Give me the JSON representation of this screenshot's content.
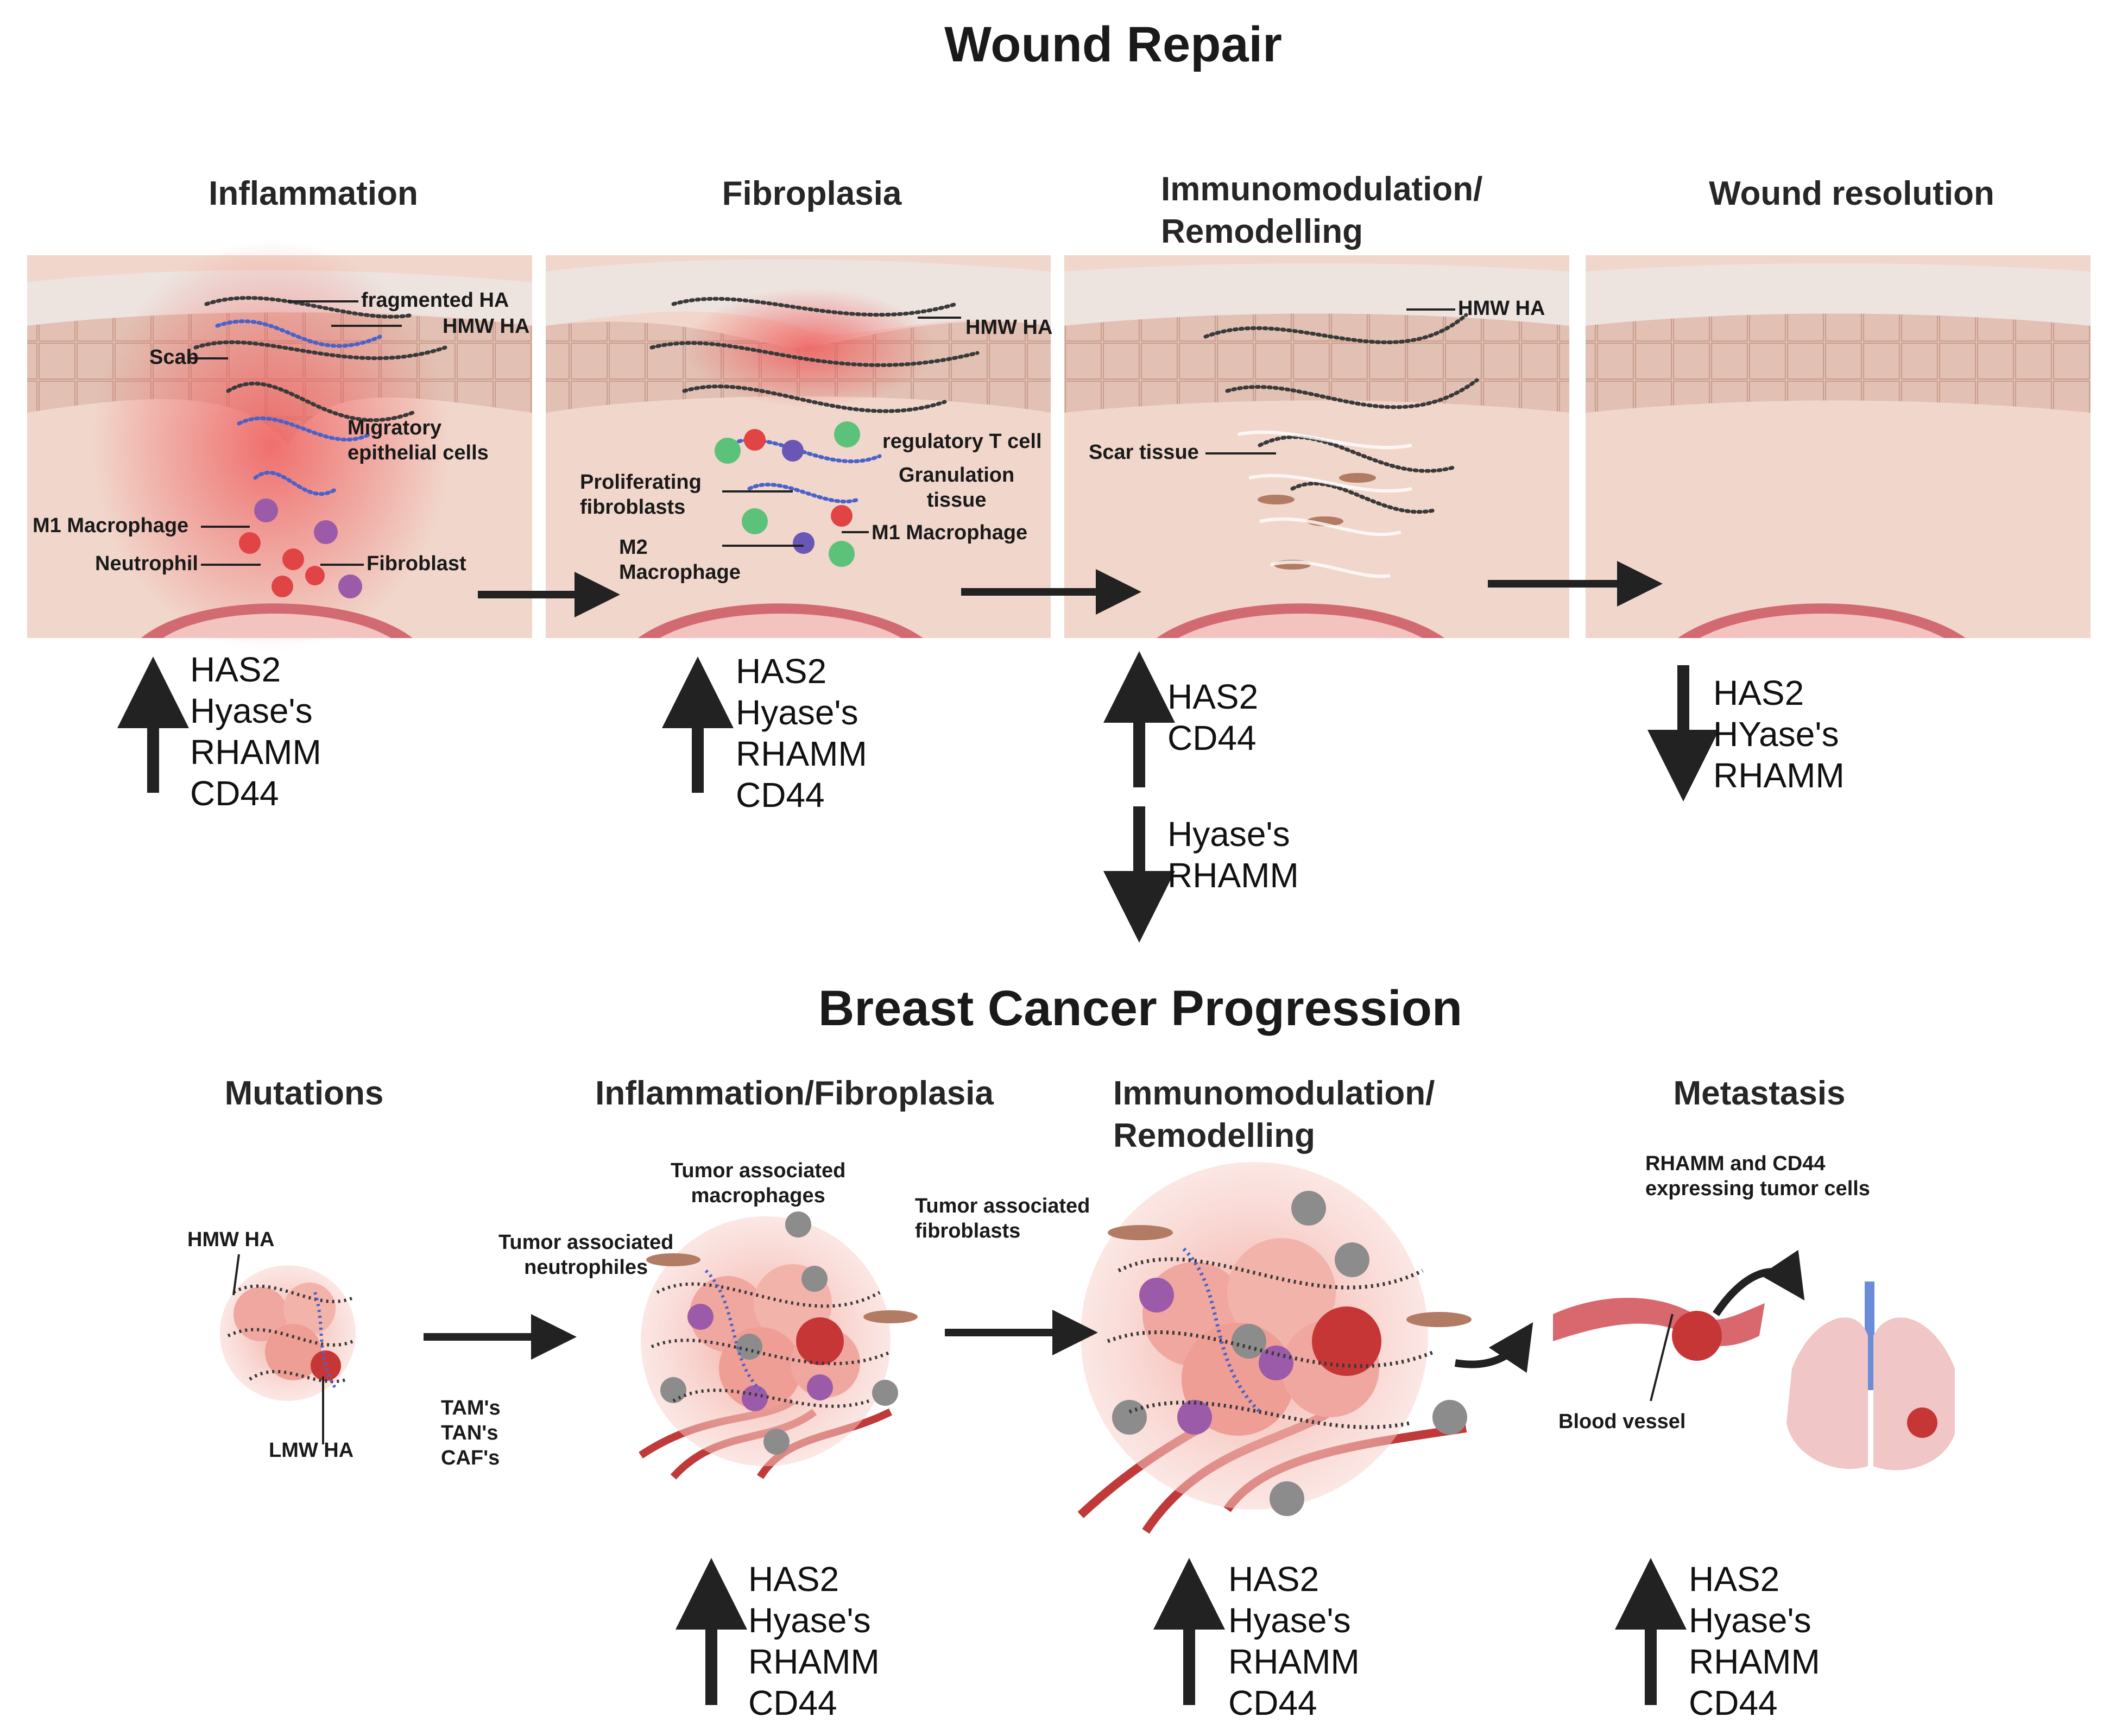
{
  "wound": {
    "title": "Wound Repair",
    "stages": [
      {
        "title": "Inflammation"
      },
      {
        "title": "Fibroplasia"
      },
      {
        "title_lines": [
          "Immunomodulation/",
          "Remodelling"
        ]
      },
      {
        "title": "Wound resolution"
      }
    ],
    "labels": {
      "fragmented_ha": "fragmented HA",
      "hmw_ha": "HMW HA",
      "scab": "Scab",
      "migratory_epithelial_1": "Migratory",
      "migratory_epithelial_2": "epithelial cells",
      "m1_macrophage": "M1 Macrophage",
      "neutrophil": "Neutrophil",
      "fibroblast": "Fibroblast",
      "hmw_ha_2": "HMW HA",
      "regulatory_t_cell": "regulatory T cell",
      "proliferating_1": "Proliferating",
      "proliferating_2": "fibroblasts",
      "granulation_1": "Granulation",
      "granulation_2": "tissue",
      "m1_macrophage_2": "M1 Macrophage",
      "m2_1": "M2",
      "m2_2": "Macrophage",
      "hmw_ha_3": "HMW HA",
      "scar_tissue": "Scar tissue"
    },
    "markers": [
      {
        "direction": "up",
        "items": [
          "HAS2",
          "Hyase's",
          "RHAMM",
          "CD44"
        ]
      },
      {
        "direction": "up",
        "items": [
          "HAS2",
          "Hyase's",
          "RHAMM",
          "CD44"
        ]
      },
      {
        "direction": "up",
        "items": [
          "HAS2",
          "CD44"
        ]
      },
      {
        "direction": "down",
        "items": [
          "Hyase's",
          "RHAMM"
        ]
      },
      {
        "direction": "down",
        "items": [
          "HAS2",
          "HYase's",
          "RHAMM"
        ]
      }
    ]
  },
  "cancer": {
    "title": "Breast Cancer Progression",
    "stages": [
      {
        "title": "Mutations"
      },
      {
        "title": "Inflammation/Fibroplasia"
      },
      {
        "title_lines": [
          "Immunomodulation/",
          "Remodelling"
        ]
      },
      {
        "title": "Metastasis"
      }
    ],
    "labels": {
      "hmw_ha": "HMW HA",
      "lmw_ha": "LMW HA",
      "cells_1": "TAM's",
      "cells_2": "TAN's",
      "cells_3": "CAF's",
      "tam_1": "Tumor associated",
      "tam_2": "macrophages",
      "tan_1": "Tumor associated",
      "tan_2": "neutrophiles",
      "caf_1": "Tumor associated",
      "caf_2": "fibroblasts",
      "rhamm_cd44_1": "RHAMM and CD44",
      "rhamm_cd44_2": "expressing tumor cells",
      "blood_vessel": "Blood vessel"
    },
    "markers": [
      {
        "direction": "up",
        "items": [
          "HAS2",
          "Hyase's",
          "RHAMM",
          "CD44"
        ]
      },
      {
        "direction": "up",
        "items": [
          "HAS2",
          "Hyase's",
          "RHAMM",
          "CD44"
        ]
      },
      {
        "direction": "up",
        "items": [
          "HAS2",
          "Hyase's",
          "RHAMM",
          "CD44"
        ]
      }
    ]
  },
  "colors": {
    "skin": "#f1d6cb",
    "epidermis": "#d9b4a6",
    "dermis_line": "#b98b7d",
    "inflammation": "#ef6a6a",
    "ha_dark": "#3a3a3a",
    "ha_blue": "#4a62c9",
    "vessel": "#c9494f",
    "tumor": "#f0a79f",
    "macrophage": "#8c8c8c",
    "neutrophil": "#9b5ba9",
    "treg": "#5cc27a",
    "arrow": "#222222"
  }
}
